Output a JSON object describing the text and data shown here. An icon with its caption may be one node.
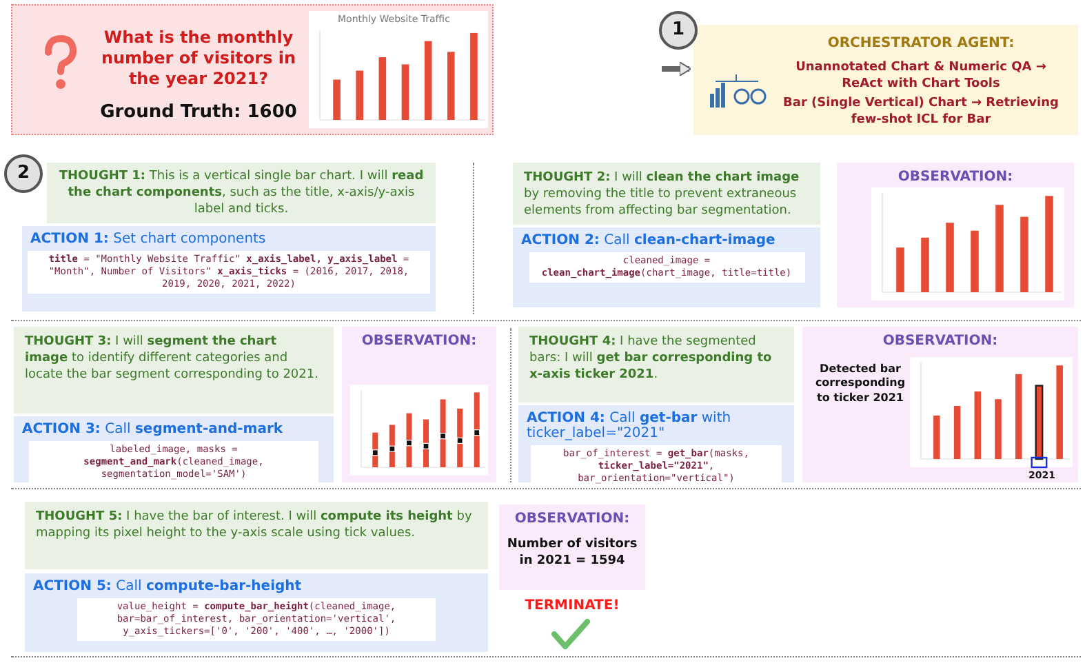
{
  "diagram": {
    "nodes": [
      {
        "text": [
          "What is the monthly number of visitors in the year 2021?",
          "Ground Truth: 1600"
        ]
      },
      {
        "text": [
          "ORCHESTRATOR AGENT:",
          "Unannotated Chart & Numeric QA → ReAct with Chart Tools",
          "Bar (Single Vertical) Chart → Retrieving few-shot ICL for Bar"
        ]
      },
      {
        "text": [
          "1"
        ]
      },
      {
        "text": [
          "2"
        ]
      },
      {
        "text": [
          "**THOUGHT 1:** This is a vertical single bar chart. I will **read the chart components**, such as the title, x-axis/y-axis label and ticks."
        ]
      },
      {
        "text": [
          "**ACTION 1:** Set chart components",
          "**title** = \"Monthly Website Traffic\" **x_axis_label, y_axis_label** = \"Month\", Number of Visitors\" **x_axis_ticks** = (2016, 2017, 2018, 2019, 2020, 2021, 2022)"
        ]
      },
      {
        "text": [
          "**THOUGHT 2:** I will **clean the chart image** by removing the title to prevent extraneous elements from affecting bar segmentation."
        ]
      },
      {
        "text": [
          "**ACTION 2:** Call **clean-chart-image**",
          "cleaned_image = **clean_chart_image**(chart_image, title=title)"
        ]
      },
      {
        "text": [
          "OBSERVATION:"
        ]
      },
      {
        "text": [
          "**THOUGHT 3:** I will **segment the chart image** to identify different categories and locate the bar segment corresponding to 2021."
        ]
      },
      {
        "text": [
          "**ACTION 3:** Call **segment-and-mark**",
          "labeled_image, masks = **segment_and_mark**(cleaned_image, segmentation_model='SAM')"
        ]
      },
      {
        "text": [
          "OBSERVATION:"
        ]
      },
      {
        "text": [
          "**THOUGHT 4:** I have the segmented bars: I will **get bar corresponding to x-axis ticker 2021**."
        ]
      },
      {
        "text": [
          "**ACTION 4:** Call **get-bar** with ticker_label=\"2021\"",
          "bar_of_interest = **get_bar**(masks, **ticker_label=\"2021\"**, bar_orientation=\"vertical\")"
        ]
      },
      {
        "text": [
          "OBSERVATION:",
          "Detected bar corresponding to ticker 2021"
        ]
      },
      {
        "text": [
          "**THOUGHT 5:** I have the bar of interest. I will **compute its height** by mapping its pixel height to the y-axis scale using tick values."
        ]
      },
      {
        "text": [
          "**ACTION 5:** Call **compute-bar-height**",
          "value_height = **compute_bar_height**(cleaned_image, bar=bar_of_interest,  bar_orientation='vertical', y_axis_tickers=['0', '200', '400', …, '2000'])"
        ]
      },
      {
        "text": [
          "OBSERVATION:",
          "Number of visitors in 2021 = 1594"
        ]
      }
    ],
    "edges": [
      {
        "from": null,
        "to": 1,
        "arrow": "to"
      }
    ],
    "labels": [
      "Monthly Website Traffic",
      "2021",
      "TERMINATE!"
    ]
  }
}
